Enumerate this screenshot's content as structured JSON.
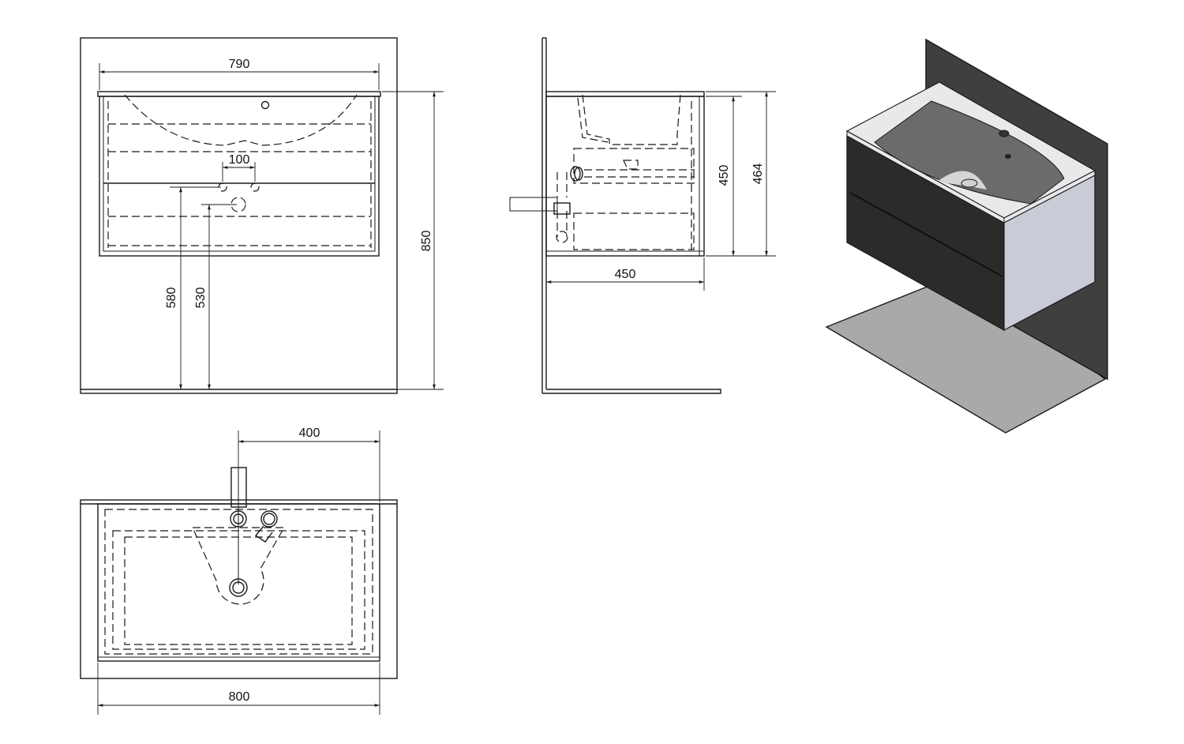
{
  "dimensions": {
    "front_top_width": "790",
    "front_tap_spacing": "100",
    "front_height_basin": "580",
    "front_height_waste": "530",
    "front_total_height": "850",
    "side_cabinet_height": "450",
    "side_total_height": "464",
    "side_depth": "450",
    "plan_tap_offset": "400",
    "plan_total_width": "800"
  },
  "colors": {
    "wall_dark": "#3f3f3f",
    "floor_gray": "#a9a9a9",
    "cabinet_front": "#2b2b2b",
    "cabinet_side": "#c9ccd6",
    "countertop": "#e9e9ec",
    "basin_inner": "#6b6b6b"
  }
}
